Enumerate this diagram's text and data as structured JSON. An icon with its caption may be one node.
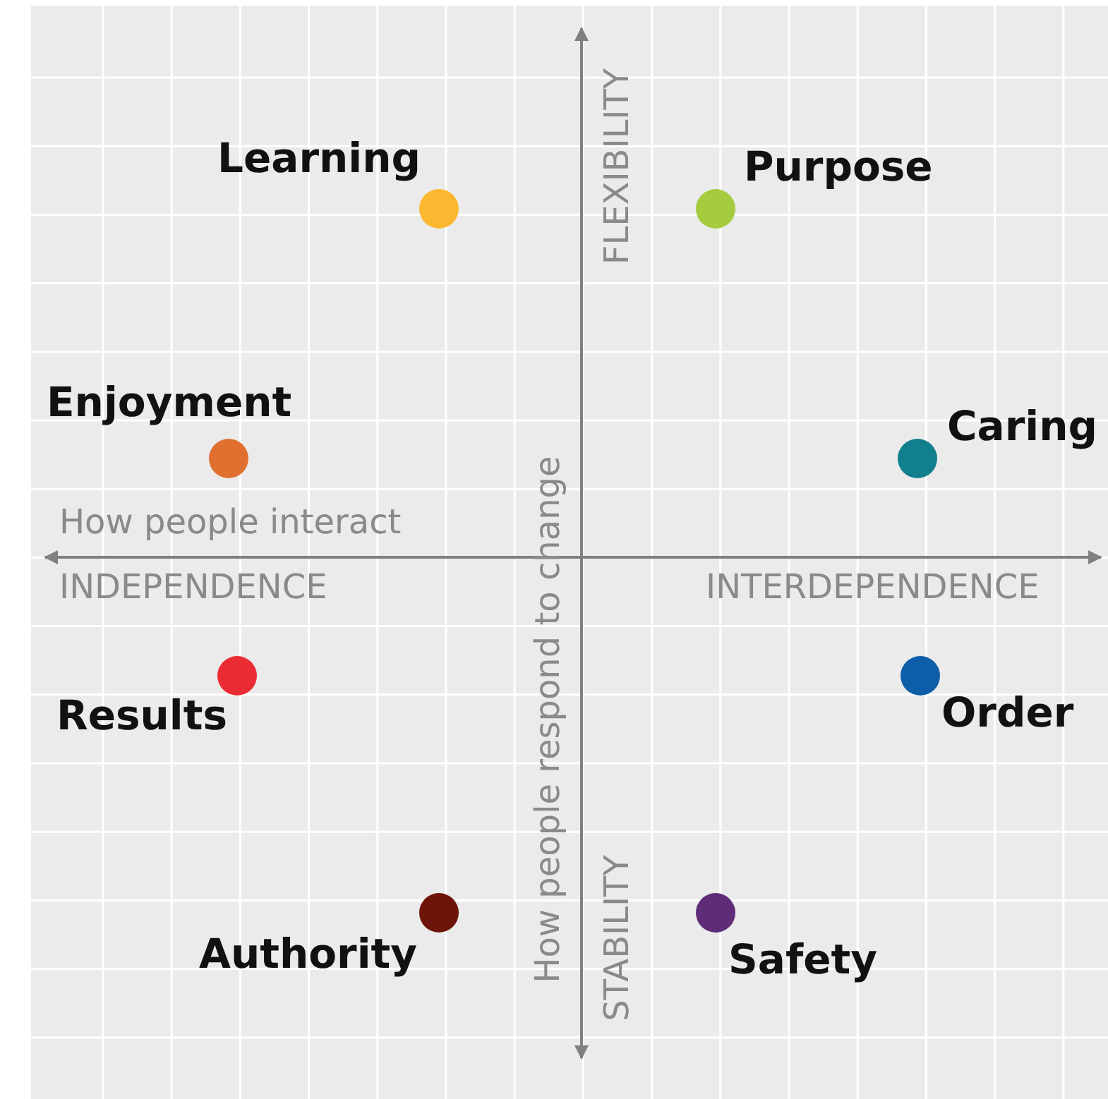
{
  "diagram": {
    "nodes": [
      {
        "text": [
          "Learning"
        ]
      },
      {
        "text": [
          "Purpose"
        ]
      },
      {
        "text": [
          "Enjoyment"
        ]
      },
      {
        "text": [
          "Caring"
        ]
      },
      {
        "text": [
          "Results"
        ]
      },
      {
        "text": [
          "Order"
        ]
      },
      {
        "text": [
          "Authority"
        ]
      },
      {
        "text": [
          "Safety"
        ]
      }
    ],
    "edges": [],
    "labels": [
      "FLEXIBILITY",
      "How people respond to change",
      "How people interact",
      "INDEPENDENCE",
      "INTERDEPENDENCE",
      "STABILITY"
    ]
  }
}
